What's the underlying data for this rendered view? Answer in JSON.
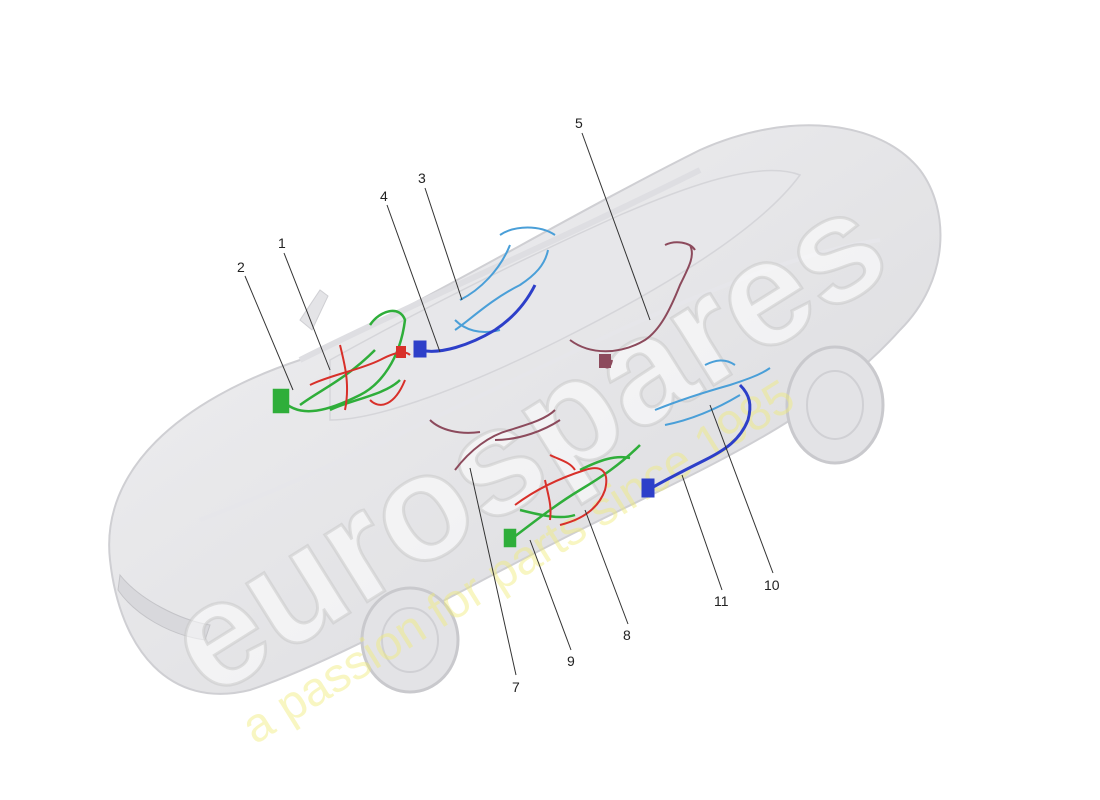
{
  "callouts": [
    {
      "id": "1",
      "label": "1"
    },
    {
      "id": "2",
      "label": "2"
    },
    {
      "id": "3",
      "label": "3"
    },
    {
      "id": "4",
      "label": "4"
    },
    {
      "id": "5",
      "label": "5"
    },
    {
      "id": "7",
      "label": "7"
    },
    {
      "id": "8",
      "label": "8"
    },
    {
      "id": "9",
      "label": "9"
    },
    {
      "id": "10",
      "label": "10"
    },
    {
      "id": "11",
      "label": "11"
    }
  ],
  "watermark": {
    "brand": "eurospares",
    "slogan": "a passion for parts since 1985"
  },
  "colors": {
    "harness_green": "#2fae3a",
    "harness_red": "#d8302a",
    "harness_blue": "#2d3fc9",
    "harness_lightblue": "#4a9fd8",
    "harness_mauve": "#8c4a5c"
  }
}
